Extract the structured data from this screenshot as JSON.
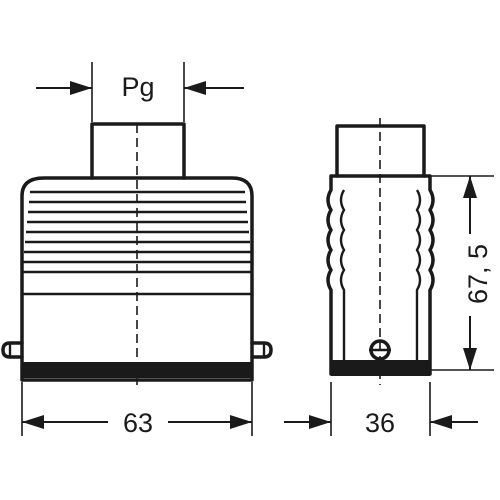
{
  "labels": {
    "thread": "Pg",
    "width": "63",
    "depth": "36",
    "height": "67, 5"
  },
  "colors": {
    "line": "#1a1a1a",
    "background": "#ffffff"
  }
}
